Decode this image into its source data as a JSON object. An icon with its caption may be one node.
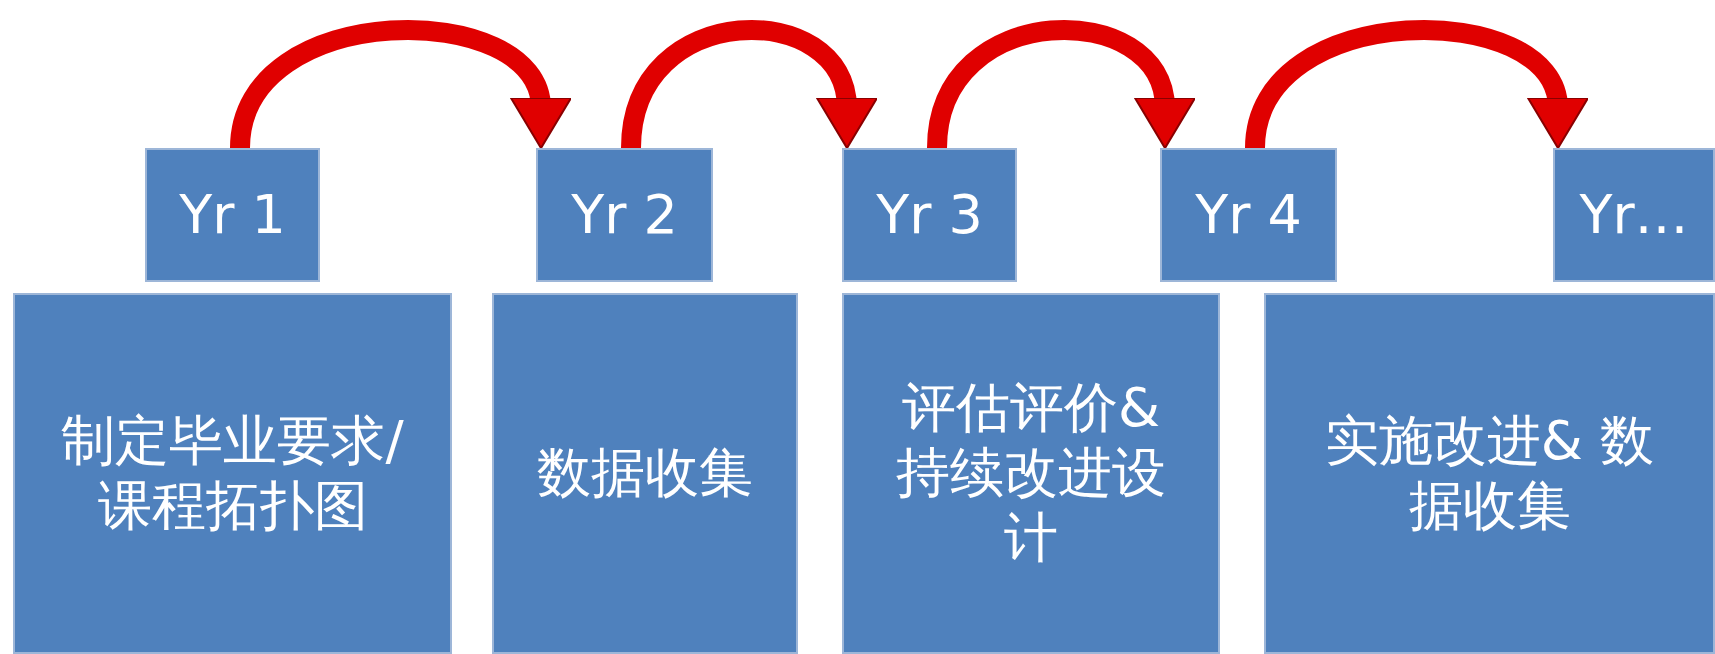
{
  "diagram": {
    "nodes": [
      {
        "text": [
          "Yr 1"
        ]
      },
      {
        "text": [
          "Yr 2"
        ]
      },
      {
        "text": [
          "Yr 3"
        ]
      },
      {
        "text": [
          "Yr 4"
        ]
      },
      {
        "text": [
          "Yr…"
        ]
      },
      {
        "text": [
          "制定毕业要求/课程拓扑图"
        ]
      },
      {
        "text": [
          "数据收集"
        ]
      },
      {
        "text": [
          "评估评价&持续改进设计"
        ]
      },
      {
        "text": [
          "实施改进& 数据收集"
        ]
      }
    ],
    "edges": [
      {
        "from": 0,
        "to": 1,
        "arrow": "to"
      },
      {
        "from": 1,
        "to": 2,
        "arrow": "to"
      },
      {
        "from": 2,
        "to": 3,
        "arrow": "to"
      },
      {
        "from": 3,
        "to": 4,
        "arrow": "to"
      }
    ]
  }
}
